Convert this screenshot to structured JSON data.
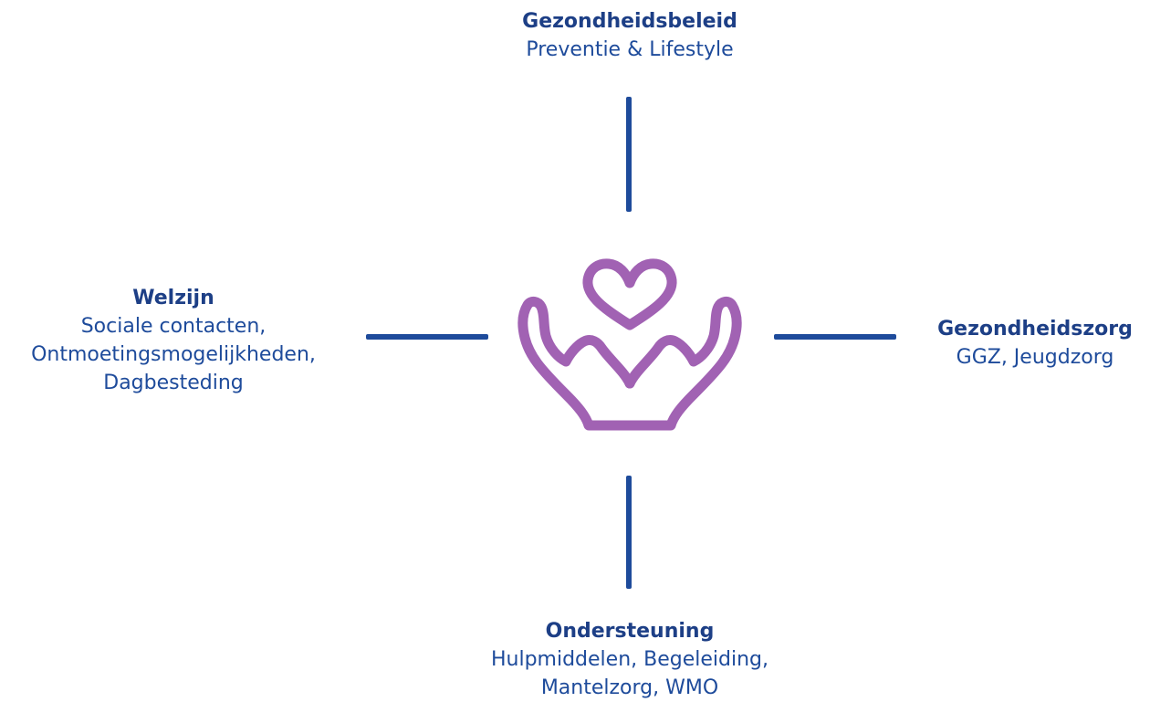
{
  "nodes": {
    "top": {
      "title": "Gezondheidsbeleid",
      "lines": [
        "Preventie & Lifestyle"
      ]
    },
    "left": {
      "title": "Welzijn",
      "lines": [
        "Sociale contacten,",
        "Ontmoetingsmogelijkheden,",
        "Dagbesteding"
      ]
    },
    "right": {
      "title": "Gezondheidszorg",
      "lines": [
        "GGZ, Jeugdzorg"
      ]
    },
    "bottom": {
      "title": "Ondersteuning",
      "lines": [
        "Hulpmiddelen, Begeleiding,",
        "Mantelzorg, WMO"
      ]
    }
  },
  "center": {
    "icon": "hands-holding-heart-icon",
    "color": "#a162b3"
  },
  "colors": {
    "title": "#1d3f86",
    "text": "#1e4b9b",
    "connector": "#1e4b9b"
  }
}
